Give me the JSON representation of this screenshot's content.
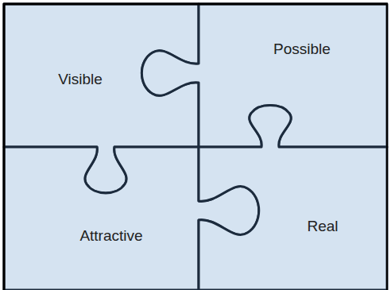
{
  "diagram": {
    "nodes": [
      {
        "text": [
          "Visible"
        ]
      },
      {
        "text": [
          "Possible"
        ]
      },
      {
        "text": [
          "Attractive"
        ]
      },
      {
        "text": [
          "Real"
        ]
      }
    ]
  }
}
